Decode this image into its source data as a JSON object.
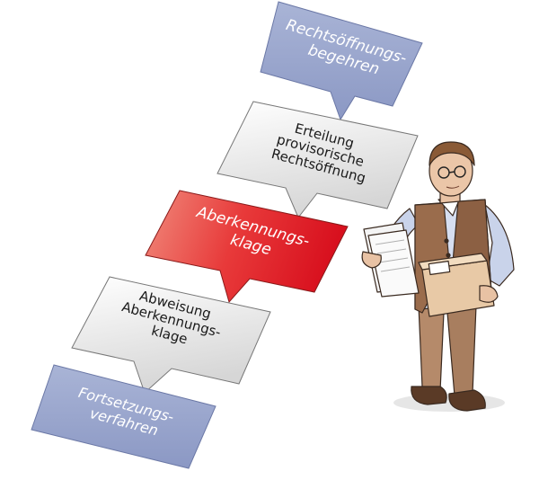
{
  "steps": [
    {
      "label_lines": [
        "Rechtsöffnungs-",
        "begehren"
      ],
      "style": "blue"
    },
    {
      "label_lines": [
        "Erteilung",
        "provisorische",
        "Rechtsöffnung"
      ],
      "style": "gray"
    },
    {
      "label_lines": [
        "Aberkennungs-",
        "klage"
      ],
      "style": "red"
    },
    {
      "label_lines": [
        "Abweisung",
        "Aberkennungs-",
        "klage"
      ],
      "style": "gray"
    },
    {
      "label_lines": [
        "Fortsetzungs-",
        "verfahren"
      ],
      "style": "blue"
    }
  ],
  "colors": {
    "blue_top": "#a9b4d6",
    "blue_bottom": "#8b98c4",
    "blue_text": "#ffffff",
    "gray_top": "#ffffff",
    "gray_bottom": "#d9d9d9",
    "gray_text": "#1a1a1a",
    "red_left": "#ef6b5f",
    "red_right": "#e01f2b",
    "red_text": "#ffffff",
    "outline": "#555555"
  },
  "figure": {
    "name": "clerk-with-papers"
  }
}
